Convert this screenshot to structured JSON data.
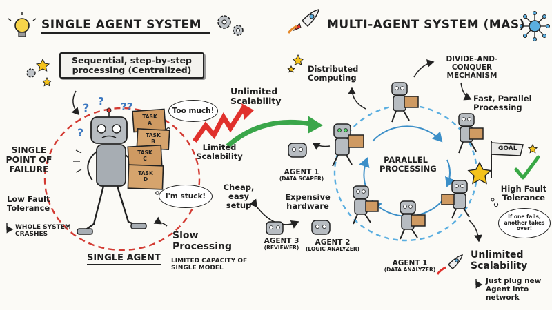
{
  "left": {
    "title": "SINGLE AGENT SYSTEM",
    "sequential_box": "Sequential, step-by-step processing (Centralized)",
    "too_much": "Too much!",
    "im_stuck": "I'm stuck!",
    "tasks": [
      "TASK A",
      "TASK B",
      "TASK C",
      "TASK D"
    ],
    "single_point_failure": "SINGLE POINT OF FAILURE",
    "low_fault_tolerance": "Low Fault Tolerance",
    "whole_system_crashes": "WHOLE SYSTEM CRASHES",
    "single_agent": "SINGLE AGENT",
    "slow_processing": "Slow Processing",
    "limited_capacity": "LIMITED CAPACITY OF SINGLE MODEL"
  },
  "middle": {
    "unlimited_scalability": "Unlimited Scalability",
    "limited_scalability": "Limited Scalability",
    "cheap_setup": "Cheap, easy setup",
    "expensive_hardware": "Expensive hardware"
  },
  "right": {
    "title": "MULTI-AGENT SYSTEM (MAS)",
    "distributed_computing": "Distributed Computing",
    "divide_conquer": "DIVIDE-AND-CONQUER MECHANISM",
    "fast_parallel": "Fast, Parallel Processing",
    "goal": "GOAL",
    "parallel_processing": "PARALLEL PROCESSING",
    "high_fault_tolerance": "High Fault Tolerance",
    "if_one_fails": "If one fails, another takes over!",
    "unlimited_scalability": "Unlimited Scalability",
    "just_plug": "Just plug new Agent into network",
    "agents": [
      {
        "name": "AGENT 1",
        "role": "(DATA SCAPER)"
      },
      {
        "name": "AGENT 3",
        "role": "(REVIEWER)"
      },
      {
        "name": "AGENT 2",
        "role": "(LOGIC ANALYZER)"
      },
      {
        "name": "AGENT 1",
        "role": "(DATA ANALYZER)"
      }
    ]
  },
  "colors": {
    "dashed_circle_red": "#d33a32",
    "dashed_circle_blue": "#5aaee0",
    "zigzag_red": "#e0312c",
    "arrow_green": "#3aa64a",
    "goal_star": "#f4c21b",
    "checkmark": "#39a845",
    "box_brown": "#cf9a62",
    "robot_gray": "#a7adb3"
  },
  "icons": [
    "lightbulb-icon",
    "gear-icon",
    "rocket-icon",
    "network-icon",
    "star-icon",
    "goal-flag-icon",
    "checkmark-icon",
    "cardboard-box-icon",
    "robot-icon"
  ]
}
